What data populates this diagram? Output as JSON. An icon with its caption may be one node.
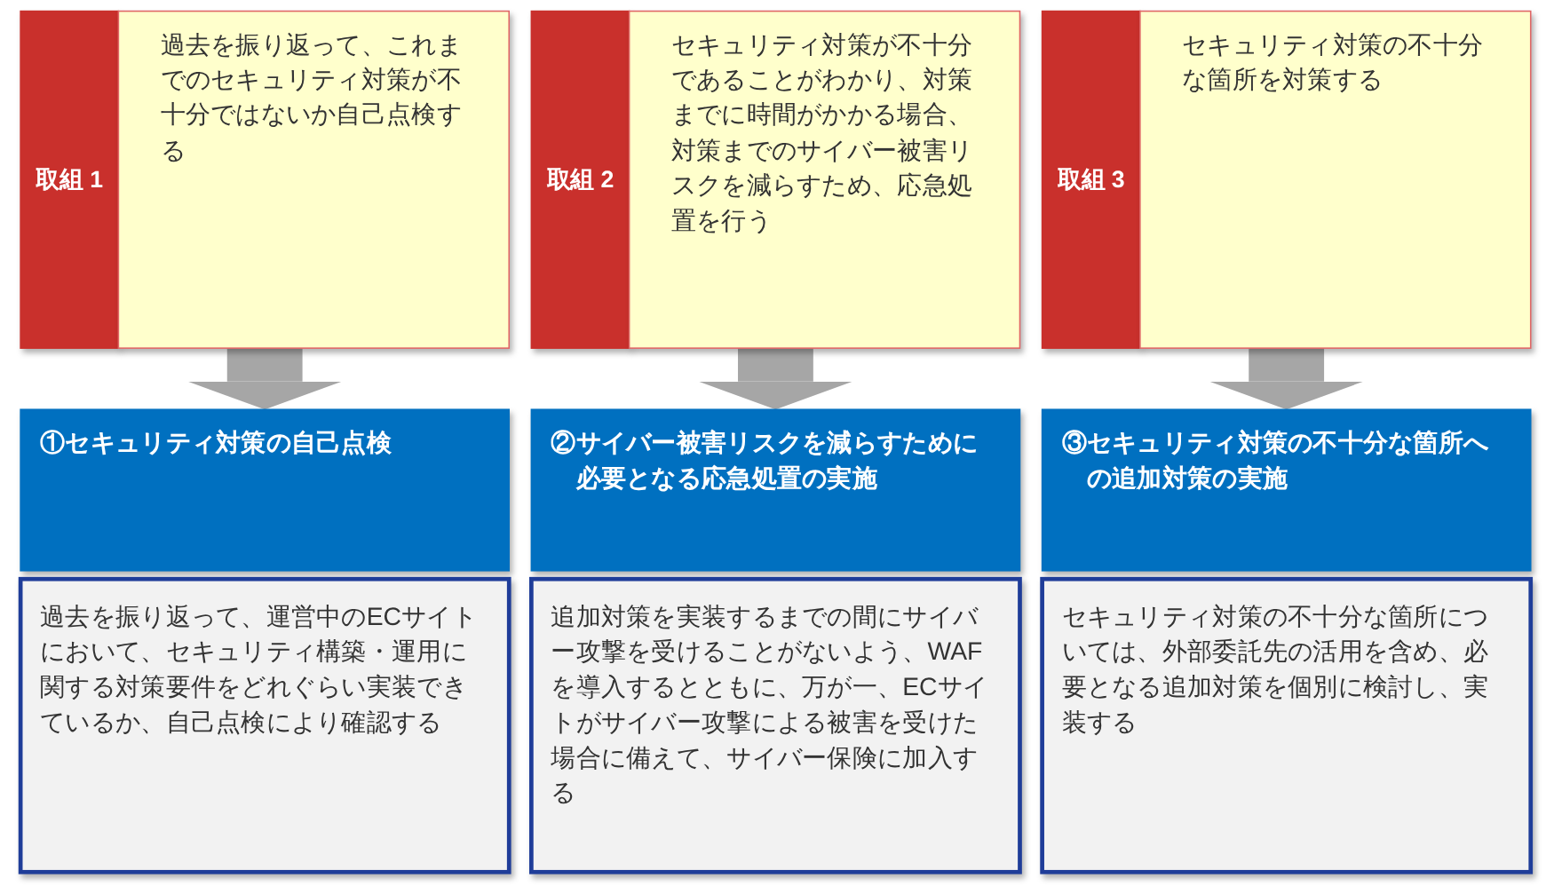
{
  "diagram": {
    "nodes": [
      {
        "text": [
          "取組 1"
        ]
      },
      {
        "text": [
          "過去を振り返って、これまでのセキュリティ対策が不十分ではないか自己点検する"
        ]
      },
      {
        "text": [
          "取組 2"
        ]
      },
      {
        "text": [
          "セキュリティ対策が不十分であることがわかり、対策までに時間がかかる場合、対策までのサイバー被害リスクを減らすため、応急処置を行う"
        ]
      },
      {
        "text": [
          "取組 3"
        ]
      },
      {
        "text": [
          "セキュリティ対策の不十分な箇所を対策する"
        ]
      },
      {
        "text": [
          "①セキュリティ対策の自己点検"
        ]
      },
      {
        "text": [
          "②サイバー被害リスクを減らすために必要となる応急処置の実施"
        ]
      },
      {
        "text": [
          "③セキュリティ対策の不十分な箇所への追加対策の実施"
        ]
      },
      {
        "text": [
          "過去を振り返って、運営中のECサイトにおいて、セキュリティ構築・運用に関する対策要件をどれぐらい実装できているか、自己点検により確認する"
        ]
      },
      {
        "text": [
          "追加対策を実装するまでの間にサイバー攻撃を受けることがないよう、WAFを導入するとともに、万が一、ECサイトがサイバー攻撃による被害を受けた場合に備えて、サイバー保険に加入する"
        ]
      },
      {
        "text": [
          "セキュリティ対策の不十分な箇所については、外部委託先の活用を含め、必要となる追加対策を個別に検討し、実装する"
        ]
      }
    ],
    "edges": [
      {
        "from": 1,
        "to": 6,
        "arrow": "to"
      },
      {
        "from": 3,
        "to": 7,
        "arrow": "to"
      },
      {
        "from": 5,
        "to": 8,
        "arrow": "to"
      }
    ]
  }
}
